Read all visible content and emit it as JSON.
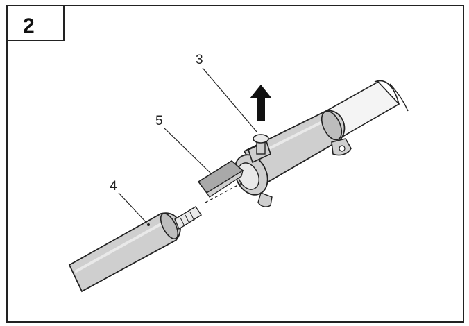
{
  "figure": {
    "step_number": "2",
    "callouts": [
      {
        "id": "callout-3",
        "text": "3"
      },
      {
        "id": "callout-4",
        "text": "4"
      },
      {
        "id": "callout-5",
        "text": "5"
      }
    ]
  },
  "colors": {
    "line": "#222222",
    "part_fill": "#cfcfcf",
    "part_shadow": "#a9a9a9",
    "highlight": "#e9e9e9",
    "arrow": "#111111"
  }
}
